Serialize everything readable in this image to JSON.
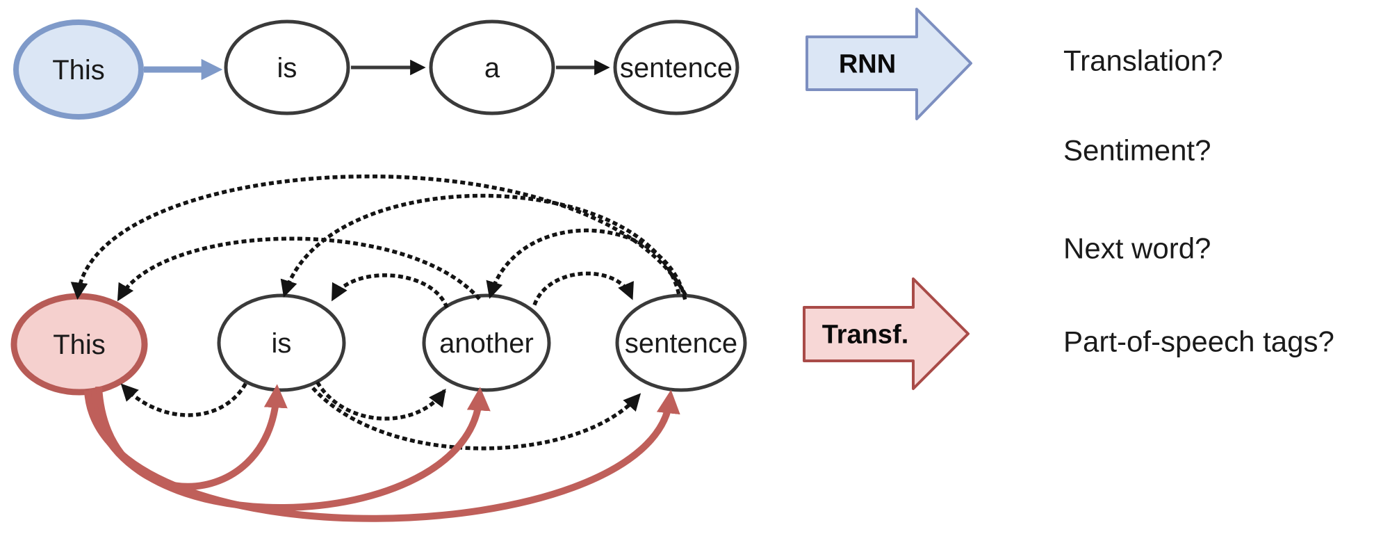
{
  "figure": {
    "background": "#ffffff",
    "text_color": "#1a1a1a"
  },
  "rnn_diagram": {
    "nodes": [
      {
        "label": "This",
        "highlighted": true
      },
      {
        "label": "is"
      },
      {
        "label": "a"
      },
      {
        "label": "sentence"
      }
    ],
    "edges": [
      {
        "from": "This",
        "to": "is",
        "style": "solid-blue"
      },
      {
        "from": "is",
        "to": "a",
        "style": "solid-black"
      },
      {
        "from": "a",
        "to": "sentence",
        "style": "solid-black"
      }
    ],
    "colors": {
      "node_fill": "#dbe6f5",
      "node_stroke": "#7f9ac9",
      "plain_stroke": "#3a3a3a"
    }
  },
  "transformer_diagram": {
    "nodes": [
      {
        "label": "This",
        "highlighted": true
      },
      {
        "label": "is"
      },
      {
        "label": "another"
      },
      {
        "label": "sentence"
      }
    ],
    "edges": [
      {
        "from": "This",
        "to": "is",
        "style": "solid-red"
      },
      {
        "from": "This",
        "to": "another",
        "style": "solid-red"
      },
      {
        "from": "This",
        "to": "sentence",
        "style": "solid-red"
      },
      {
        "from": "is",
        "to": "This",
        "style": "dotted"
      },
      {
        "from": "is",
        "to": "another",
        "style": "dotted"
      },
      {
        "from": "is",
        "to": "sentence",
        "style": "dotted"
      },
      {
        "from": "another",
        "to": "This",
        "style": "dotted"
      },
      {
        "from": "another",
        "to": "is",
        "style": "dotted"
      },
      {
        "from": "another",
        "to": "sentence",
        "style": "dotted"
      },
      {
        "from": "sentence",
        "to": "This",
        "style": "dotted"
      },
      {
        "from": "sentence",
        "to": "is",
        "style": "dotted"
      },
      {
        "from": "sentence",
        "to": "another",
        "style": "dotted"
      }
    ],
    "colors": {
      "node_fill": "#f5d0ce",
      "node_stroke": "#b75b56",
      "red_arrow": "#bf5f5a",
      "plain_stroke": "#3a3a3a",
      "dotted_stroke": "#141414"
    }
  },
  "big_arrows": {
    "rnn": {
      "label": "RNN",
      "fill": "#dbe6f5",
      "stroke": "#7d8fc0"
    },
    "transformer": {
      "label": "Transf.",
      "fill": "#f7d7d6",
      "stroke": "#a94b48"
    }
  },
  "tasks": [
    "Translation?",
    "Sentiment?",
    "Next word?",
    "Part-of-speech tags?"
  ]
}
